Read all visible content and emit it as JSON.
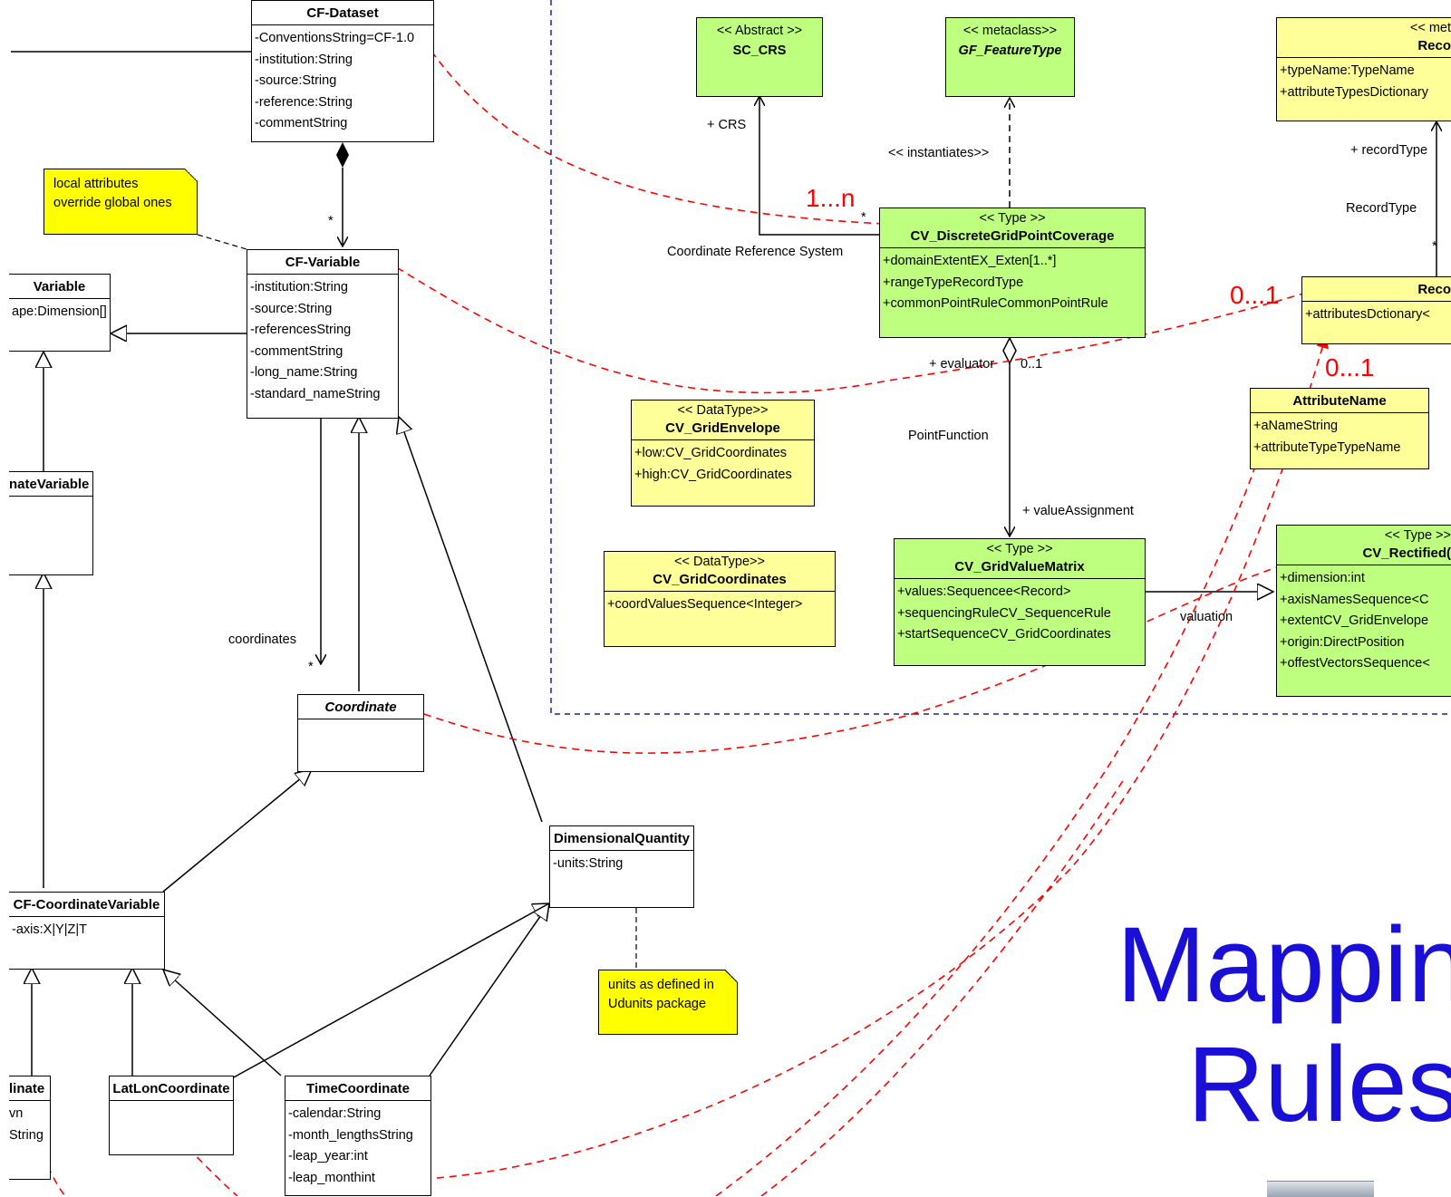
{
  "title": {
    "line1": "Mappin",
    "line2": "Rules"
  },
  "notes": {
    "local_attrs": "local attributes override global ones",
    "udunits": "units as defined in Udunits package"
  },
  "classes": {
    "cf_dataset": {
      "name": "CF-Dataset",
      "attrs": [
        "-ConventionsString=CF-1.0",
        "-institution:String",
        "-source:String",
        "-reference:String",
        "-commentString"
      ]
    },
    "cf_variable": {
      "name": "CF-Variable",
      "attrs": [
        "-institution:String",
        "-source:String",
        "-referencesString",
        "-commentString",
        "-long_name:String",
        "-standard_nameString"
      ]
    },
    "variable": {
      "name": "Variable",
      "attrs": [
        "ape:Dimension[]"
      ]
    },
    "nate_variable": {
      "name": "nateVariable"
    },
    "coordinate": {
      "name": "Coordinate"
    },
    "dimensional_quantity": {
      "name": "DimensionalQuantity",
      "attrs": [
        "-units:String"
      ]
    },
    "cf_coordinate_variable": {
      "name": "CF-CoordinateVariable",
      "attrs": [
        "-axis:X|Y|Z|T"
      ]
    },
    "linate": {
      "name": "linate",
      "attrs": [
        "vn",
        "String"
      ]
    },
    "latlon_coordinate": {
      "name": "LatLonCoordinate"
    },
    "time_coordinate": {
      "name": "TimeCoordinate",
      "attrs": [
        "-calendar:String",
        "-month_lengthsString",
        "-leap_year:int",
        "-leap_monthint"
      ]
    },
    "sc_crs": {
      "stereo": "<< Abstract >>",
      "name": "SC_CRS"
    },
    "gf_featuretype": {
      "stereo": "<< metaclass>>",
      "name": "GF_FeatureType"
    },
    "record_type_top": {
      "stereo": "<< met",
      "name": "Reco",
      "attrs": [
        "+typeName:TypeName",
        "+attributeTypesDictionary"
      ]
    },
    "dgpc": {
      "stereo": "<< Type >>",
      "name": "CV_DiscreteGridPointCoverage",
      "attrs": [
        "+domainExtentEX_Exten[1..*]",
        "+rangeTypeRecordType",
        "+commonPointRuleCommonPointRule"
      ]
    },
    "record": {
      "name": "Reco",
      "attrs": [
        "+attributesDctionary<"
      ]
    },
    "attribute_name": {
      "name": "AttributeName",
      "attrs": [
        "+aNameString",
        "+attributeTypeTypeName"
      ]
    },
    "grid_envelope": {
      "stereo": "<< DataType>>",
      "name": "CV_GridEnvelope",
      "attrs": [
        "+low:CV_GridCoordinates",
        "+high:CV_GridCoordinates"
      ]
    },
    "grid_coordinates": {
      "stereo": "<< DataType>>",
      "name": "CV_GridCoordinates",
      "attrs": [
        "+coordValuesSequence<Integer>"
      ]
    },
    "grid_value_matrix": {
      "stereo": "<< Type >>",
      "name": "CV_GridValueMatrix",
      "attrs": [
        "+values:Sequencee<Record>",
        "+sequencingRuleCV_SequenceRule",
        "+startSequenceCV_GridCoordinates"
      ]
    },
    "rectified": {
      "stereo": "<< Type >>",
      "name": "CV_Rectified(",
      "attrs": [
        "+dimension:int",
        "+axisNamesSequence<C",
        "+extentCV_GridEnvelope",
        "+origin:DirectPosition",
        "+offestVectorsSequence<"
      ]
    }
  },
  "labels": {
    "crs": "+ CRS",
    "coord_ref_system": "Coordinate Reference System",
    "instantiates": "<< instantiates>>",
    "star": "*",
    "evaluator": "+ evaluator",
    "zero_one": "0..1",
    "point_function": "PointFunction",
    "value_assignment": "+ valueAssignment",
    "valuation": "valuation",
    "record_type_role": "+ recordType",
    "record_type_assoc": "RecordType",
    "coordinates": "coordinates"
  },
  "mapping_labels": {
    "one_n": "1...n",
    "zero_one_a": "0...1",
    "zero_one_b": "0...1"
  }
}
